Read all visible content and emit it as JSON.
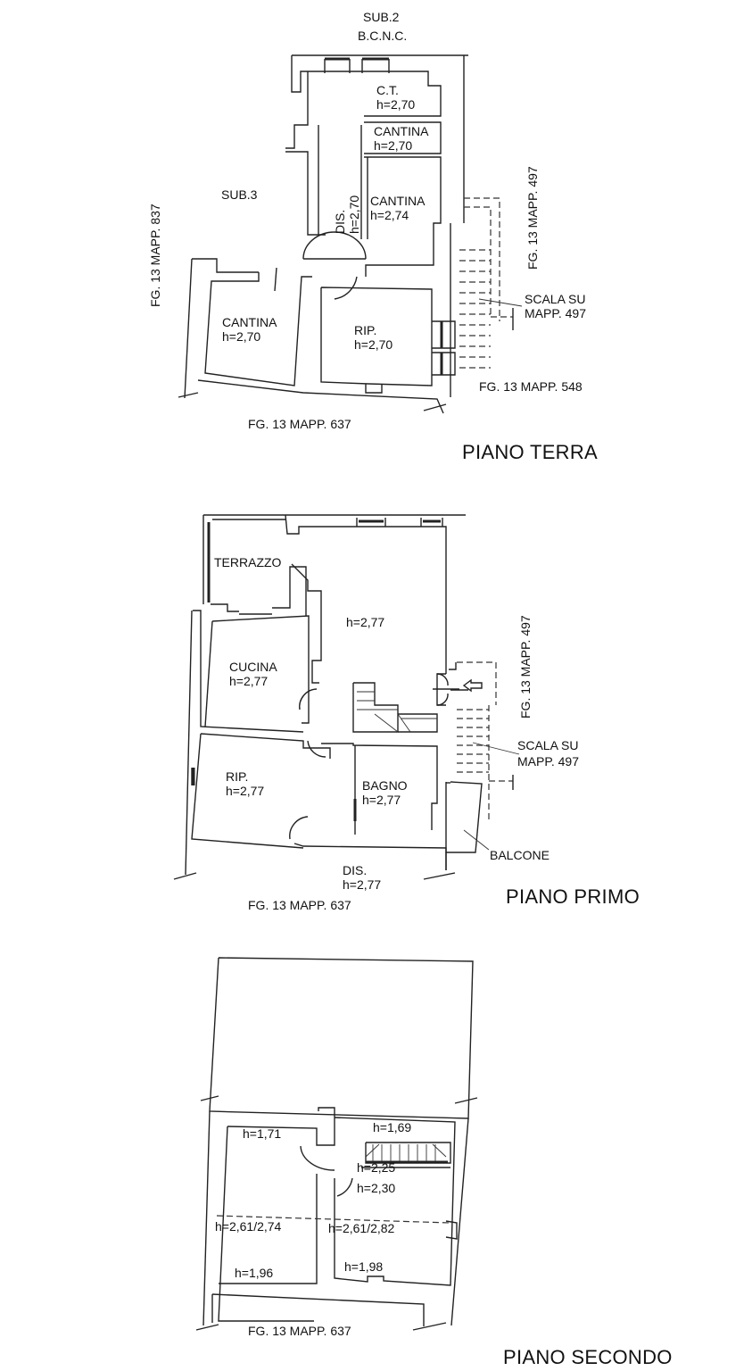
{
  "piano_terra": {
    "title": "PIANO TERRA",
    "sub2": "SUB.2",
    "bcnc": "B.C.N.C.",
    "sub3": "SUB.3",
    "ct": "C.T.",
    "ct_h": "h=2,70",
    "cantina1": "CANTINA",
    "cantina1_h": "h=2,70",
    "cantina2": "CANTINA",
    "cantina2_h": "h=2,74",
    "dis": "DIS.",
    "dis_h": "h=2,70",
    "cantina3": "CANTINA",
    "cantina3_h": "h=2,70",
    "rip": "RIP.",
    "rip_h": "h=2,70",
    "scala_1": "SCALA SU",
    "scala_2": "MAPP. 497",
    "fg_left": "FG. 13 MAPP. 837",
    "fg_right": "FG. 13 MAPP. 497",
    "fg_548": "FG. 13 MAPP. 548",
    "fg_bottom": "FG. 13 MAPP. 637"
  },
  "piano_primo": {
    "title": "PIANO PRIMO",
    "terrazzo": "TERRAZZO",
    "soggiorno_h": "h=2,77",
    "cucina": "CUCINA",
    "cucina_h": "h=2,77",
    "rip": "RIP.",
    "rip_h": "h=2,77",
    "bagno": "BAGNO",
    "bagno_h": "h=2,77",
    "dis": "DIS.",
    "dis_h": "h=2,77",
    "balcone": "BALCONE",
    "scala_1": "SCALA SU",
    "scala_2": "MAPP. 497",
    "fg_right": "FG. 13 MAPP. 497",
    "fg_bottom": "FG. 13 MAPP. 637"
  },
  "piano_secondo": {
    "title": "PIANO SECONDO",
    "h_171": "h=1,71",
    "h_169": "h=1,69",
    "h_225": "h=2,25",
    "h_230": "h=2,30",
    "h_left_mid": "h=2,61/2,74",
    "h_right_mid": "h=2,61/2,82",
    "h_196": "h=1,96",
    "h_198": "h=1,98",
    "fg_bottom": "FG. 13 MAPP. 637"
  }
}
